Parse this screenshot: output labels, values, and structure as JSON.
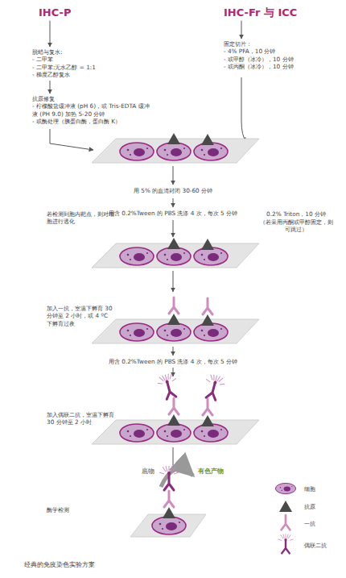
{
  "diagram": {
    "caption": "经典的免疫染色实验方案",
    "nodes": [
      {
        "text": [
          "IHC-P"
        ]
      },
      {
        "text": [
          "脱蜡与复水:",
          "- 二甲苯",
          "- 二甲苯:无水乙醇 = 1:1",
          "- 梯度乙醇复水"
        ]
      },
      {
        "text": [
          "抗原修复",
          "- 柠檬酸盐缓冲液 (pH 6)，或 Tris-EDTA 缓冲液 (PH 9.0) 加热 5-20 分钟",
          "- 或酶处理（胰蛋白酶，蛋白酶 K）"
        ]
      },
      {
        "text": [
          "IHC-Fr 与 ICC"
        ]
      },
      {
        "text": [
          "固定切片：",
          "- 4% PFA，10 分钟",
          "- 或甲醇（冰冷），10 分钟",
          "- 或丙酮（冰冷），10 分钟"
        ]
      }
    ],
    "edges": [
      {
        "from": 0,
        "to": 1,
        "arrow": "to"
      },
      {
        "from": 1,
        "to": 2,
        "arrow": "to"
      },
      {
        "from": 3,
        "to": 4,
        "arrow": "to"
      }
    ],
    "labels": [
      "用 5% 的血清封闭 30-60 分钟",
      "用含 0.2%Tween 的 PBS 洗涤 4 次，每次 5 分钟",
      "若检测到胞内靶点，则对细胞进行透化",
      "0.2% Triton，10 分钟",
      "（若采用丙酮或甲醇固定，则可跳过）",
      "加入一抗，室温下孵育 30 分钟至 2 小时，或 4 ºC 下孵育过夜",
      "用含 0.2%Tween 的 PBS 洗涤 4 次，每次 5 分钟",
      "加入偶联二抗，室温下孵育 30 分钟至 2 小时",
      "底物",
      "有色产物",
      "酶学检测"
    ],
    "legend": [
      {
        "text": "细胞"
      },
      {
        "text": "抗原"
      },
      {
        "text": "一抗"
      },
      {
        "text": "偶联二抗"
      }
    ]
  }
}
